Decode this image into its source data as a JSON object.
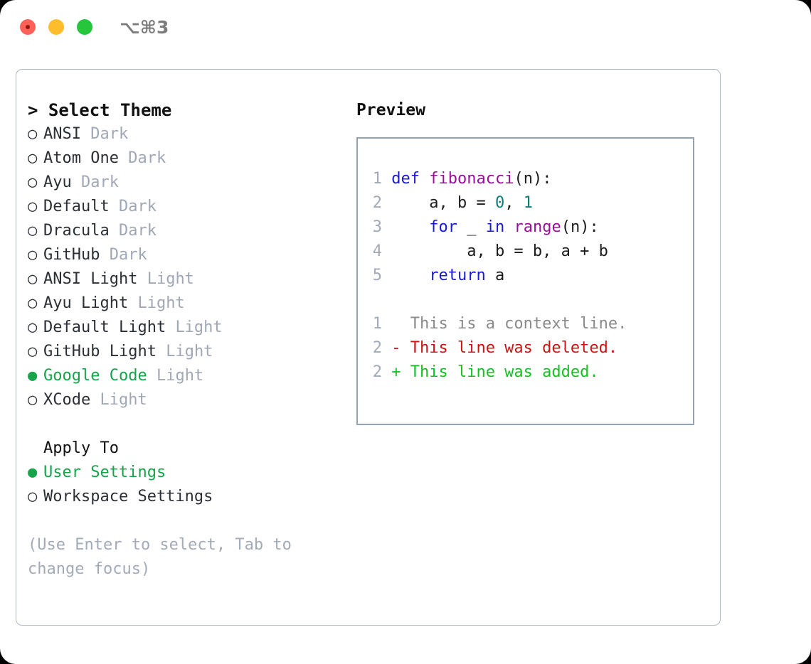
{
  "titlebar": {
    "shortcut": "⌥⌘3",
    "close_label": "close",
    "minimize_label": "minimize",
    "maximize_label": "maximize"
  },
  "left": {
    "title": "> Select Theme",
    "bullet_unselected": "○",
    "bullet_selected": "●",
    "themes": [
      {
        "name": "ANSI",
        "category": "Dark",
        "selected": false
      },
      {
        "name": "Atom One",
        "category": "Dark",
        "selected": false
      },
      {
        "name": "Ayu",
        "category": "Dark",
        "selected": false
      },
      {
        "name": "Default",
        "category": "Dark",
        "selected": false
      },
      {
        "name": "Dracula",
        "category": "Dark",
        "selected": false
      },
      {
        "name": "GitHub",
        "category": "Dark",
        "selected": false
      },
      {
        "name": "ANSI Light",
        "category": "Light",
        "selected": false
      },
      {
        "name": "Ayu Light",
        "category": "Light",
        "selected": false
      },
      {
        "name": "Default Light",
        "category": "Light",
        "selected": false
      },
      {
        "name": "GitHub Light",
        "category": "Light",
        "selected": false
      },
      {
        "name": "Google Code",
        "category": "Light",
        "selected": true
      },
      {
        "name": "XCode",
        "category": "Light",
        "selected": false
      }
    ],
    "apply_to": {
      "title": "Apply To",
      "options": [
        {
          "label": "User Settings",
          "selected": true
        },
        {
          "label": "Workspace Settings",
          "selected": false
        }
      ]
    },
    "hint": "(Use Enter to select, Tab to change focus)"
  },
  "right": {
    "title": "Preview",
    "code_block": [
      {
        "lineno": "1",
        "tokens": [
          {
            "text": " ",
            "type": "txt"
          },
          {
            "text": "def",
            "type": "kw"
          },
          {
            "text": " ",
            "type": "txt"
          },
          {
            "text": "fibonacci",
            "type": "fn"
          },
          {
            "text": "(n):",
            "type": "txt"
          }
        ]
      },
      {
        "lineno": "2",
        "tokens": [
          {
            "text": "     a, b = ",
            "type": "txt"
          },
          {
            "text": "0",
            "type": "num"
          },
          {
            "text": ", ",
            "type": "txt"
          },
          {
            "text": "1",
            "type": "num"
          }
        ]
      },
      {
        "lineno": "3",
        "tokens": [
          {
            "text": "     ",
            "type": "txt"
          },
          {
            "text": "for",
            "type": "kw"
          },
          {
            "text": " _ ",
            "type": "txt"
          },
          {
            "text": "in",
            "type": "kw"
          },
          {
            "text": " ",
            "type": "txt"
          },
          {
            "text": "range",
            "type": "fn"
          },
          {
            "text": "(n):",
            "type": "txt"
          }
        ]
      },
      {
        "lineno": "4",
        "tokens": [
          {
            "text": "         a, b = b, a + b",
            "type": "txt"
          }
        ]
      },
      {
        "lineno": "5",
        "tokens": [
          {
            "text": "     ",
            "type": "txt"
          },
          {
            "text": "return",
            "type": "kw"
          },
          {
            "text": " a",
            "type": "txt"
          }
        ]
      }
    ],
    "diff_block": [
      {
        "lineno": "1",
        "tokens": [
          {
            "text": "   This is a context line.",
            "type": "ctx"
          }
        ]
      },
      {
        "lineno": "2",
        "tokens": [
          {
            "text": " - This line was deleted.",
            "type": "del"
          }
        ]
      },
      {
        "lineno": "2",
        "tokens": [
          {
            "text": " + This line was added.",
            "type": "add"
          }
        ]
      }
    ]
  },
  "colors": {
    "accent_green": "#16a34a",
    "muted": "#a0a8b5",
    "border": "#94a2b3",
    "keyword": "#1a1ad6",
    "function": "#9b0f9b",
    "number": "#0e7b7a",
    "diff_added": "#16c023",
    "diff_deleted": "#cc1414",
    "traffic_close": "#ff6058",
    "traffic_minimize": "#ffbd2e",
    "traffic_maximize": "#25c53c"
  }
}
